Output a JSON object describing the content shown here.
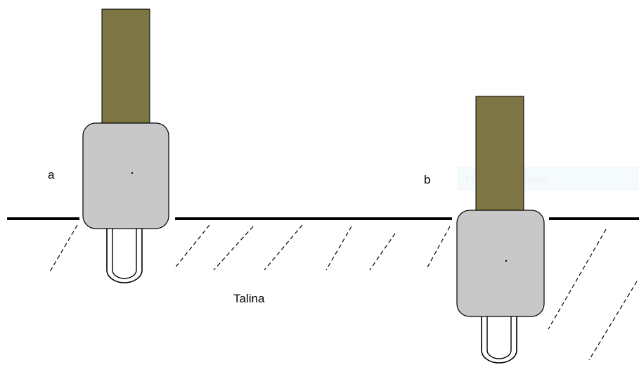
{
  "labels": {
    "a": "a",
    "b": "b",
    "ground": "Talina",
    "faint_caption": "Pravokoten izrezek"
  },
  "colors": {
    "handle": "#7d7544",
    "body": "#c8c8c8",
    "outline": "#000000",
    "ground_line": "#000000",
    "hatch": "#000000",
    "caption_box": "#f5fafc"
  }
}
